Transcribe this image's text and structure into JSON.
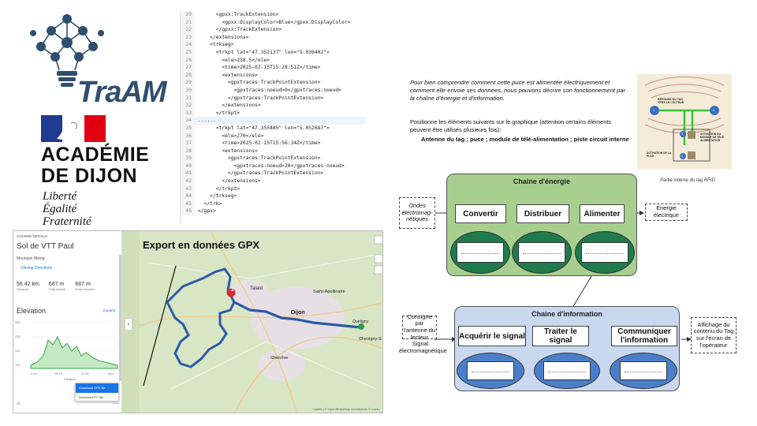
{
  "logo": {
    "traam": "TraAM",
    "academie_line1": "ACADÉMIE",
    "academie_line2": "DE DIJON",
    "motto": [
      "Liberté",
      "Égalité",
      "Fraternité"
    ]
  },
  "code": {
    "lines": [
      {
        "n": "20",
        "t": "      <gpxx:TrackExtension>"
      },
      {
        "n": "21",
        "t": "        <gpxx:DisplayColor>Blue</gpxx:DisplayColor>"
      },
      {
        "n": "22",
        "t": "      </gpxx:TrackExtension>"
      },
      {
        "n": "23",
        "t": "    </extensions>"
      },
      {
        "n": "24",
        "t": "    <trkseg>"
      },
      {
        "n": "25",
        "t": "      <trkpt lat=\"47.352137\" lon=\"5.036402\">"
      },
      {
        "n": "26",
        "t": "        <ele>258.5</ele>"
      },
      {
        "n": "27",
        "t": "        <time>2025-02-15T15:28:51Z</time>"
      },
      {
        "n": "28",
        "t": "        <extensions>"
      },
      {
        "n": "29",
        "t": "          <gpxtraces:TrackPointExtension>"
      },
      {
        "n": "30",
        "t": "            <gpxtraces:noeud>0</gpxtraces:noeud>"
      },
      {
        "n": "31",
        "t": "          </gpxtraces:TrackPointExtension>"
      },
      {
        "n": "32",
        "t": "        </extensions>"
      },
      {
        "n": "33",
        "t": "      </trkpt>"
      },
      {
        "n": "34",
        "t": "......"
      },
      {
        "n": "35",
        "t": "      <trkpt lat=\"47.355485\" lon=\"5.052687\">"
      },
      {
        "n": "36",
        "t": "        <ele>270</ele>"
      },
      {
        "n": "37",
        "t": "        <time>2025-02-15T15:56:34Z</time>"
      },
      {
        "n": "38",
        "t": "        <extensions>"
      },
      {
        "n": "39",
        "t": "          <gpxtraces:TrackPointExtension>"
      },
      {
        "n": "40",
        "t": "            <gpxtraces:noeud>20</gpxtraces:noeud>"
      },
      {
        "n": "41",
        "t": "          </gpxtraces:TrackPointExtension>"
      },
      {
        "n": "42",
        "t": "        </extensions>"
      },
      {
        "n": "43",
        "t": "      </trkpt>"
      },
      {
        "n": "44",
        "t": "    </trkseg>"
      },
      {
        "n": "45",
        "t": "  </trk>"
      },
      {
        "n": "46",
        "t": "</gpx>"
      }
    ]
  },
  "map": {
    "course_details": "COURSE DETAILS",
    "course_name": "Sol de VTT Paul",
    "activity": "Mountain Biking",
    "directions": "Driving Directions",
    "stats": [
      {
        "value": "56.42 km",
        "label": "Distance"
      },
      {
        "value": "687 m",
        "label": "Total Ascent"
      },
      {
        "value": "687 m",
        "label": "Total Descent"
      }
    ],
    "elevation_title": "Elevation",
    "expand": "Expand",
    "y_ticks": [
      "580",
      "420",
      "310",
      "190"
    ],
    "x_ticks": [
      "0.00",
      "18.76",
      "37.51",
      "56.2"
    ],
    "x_label": "Distance",
    "download_gpx": "Download GPX file",
    "download_fit": "Download FIT file",
    "export_title": "Export en données GPX",
    "places": [
      "Talant",
      "Dijon",
      "Saint-Apollinaire",
      "Chenôve",
      "Chevigny-S",
      "Quetigny"
    ],
    "marker_number": "3",
    "attribution": "Leaflet | © OpenStreetMap contributors © Carto"
  },
  "puce": {
    "intro": "Pour bien comprendre comment cette puce est alimentée électriquement et comment elle envoie ses données, nous pouvons décrire son fonctionnement par la chaîne d'énergie et d'information.",
    "instruction": "Positionne les éléments suivants sur le graphique (attention certains éléments peuvent être utilisés plusieurs fois):",
    "elements": "Antenne du tag ; puce ; module de télé-alimentation ; piste circuit interne",
    "rfid_labels": [
      "RÉPONSE DU TAG VERS LE LECTEUR",
      "ACTIVATION DU MODULE DE TÉLÉ ALIMENTATION",
      "ACTIVATION DE LA PUCE"
    ],
    "rfid_numbers": [
      "1",
      "2",
      "3",
      "4"
    ],
    "rfid_caption": "Partie interne du tag RFID"
  },
  "energy": {
    "title": "Chaine d'énergie",
    "input": "Ondes électromag-nétiques",
    "steps": [
      "Convertir",
      "Distribuer",
      "Alimenter"
    ],
    "output": "Energie électrique"
  },
  "info": {
    "title": "Chaine d'information",
    "input": "Consigne par l'antenne du lecteur",
    "input_sub": "Signal électromagnétique",
    "steps": [
      "Acquérir le signal",
      "Traiter le signal",
      "Communiquer l'information"
    ],
    "output": "Affichage du contenu du Tag sur l'écran de l'opérateur"
  },
  "colors": {
    "energy_bg": "#a9cf8f",
    "energy_ellipse": "#1f7a4e",
    "info_bg": "#c9d8ef",
    "info_ellipse": "#4a7ec9",
    "route": "#2d5aa8",
    "logo_blue": "#2f4f6f"
  }
}
